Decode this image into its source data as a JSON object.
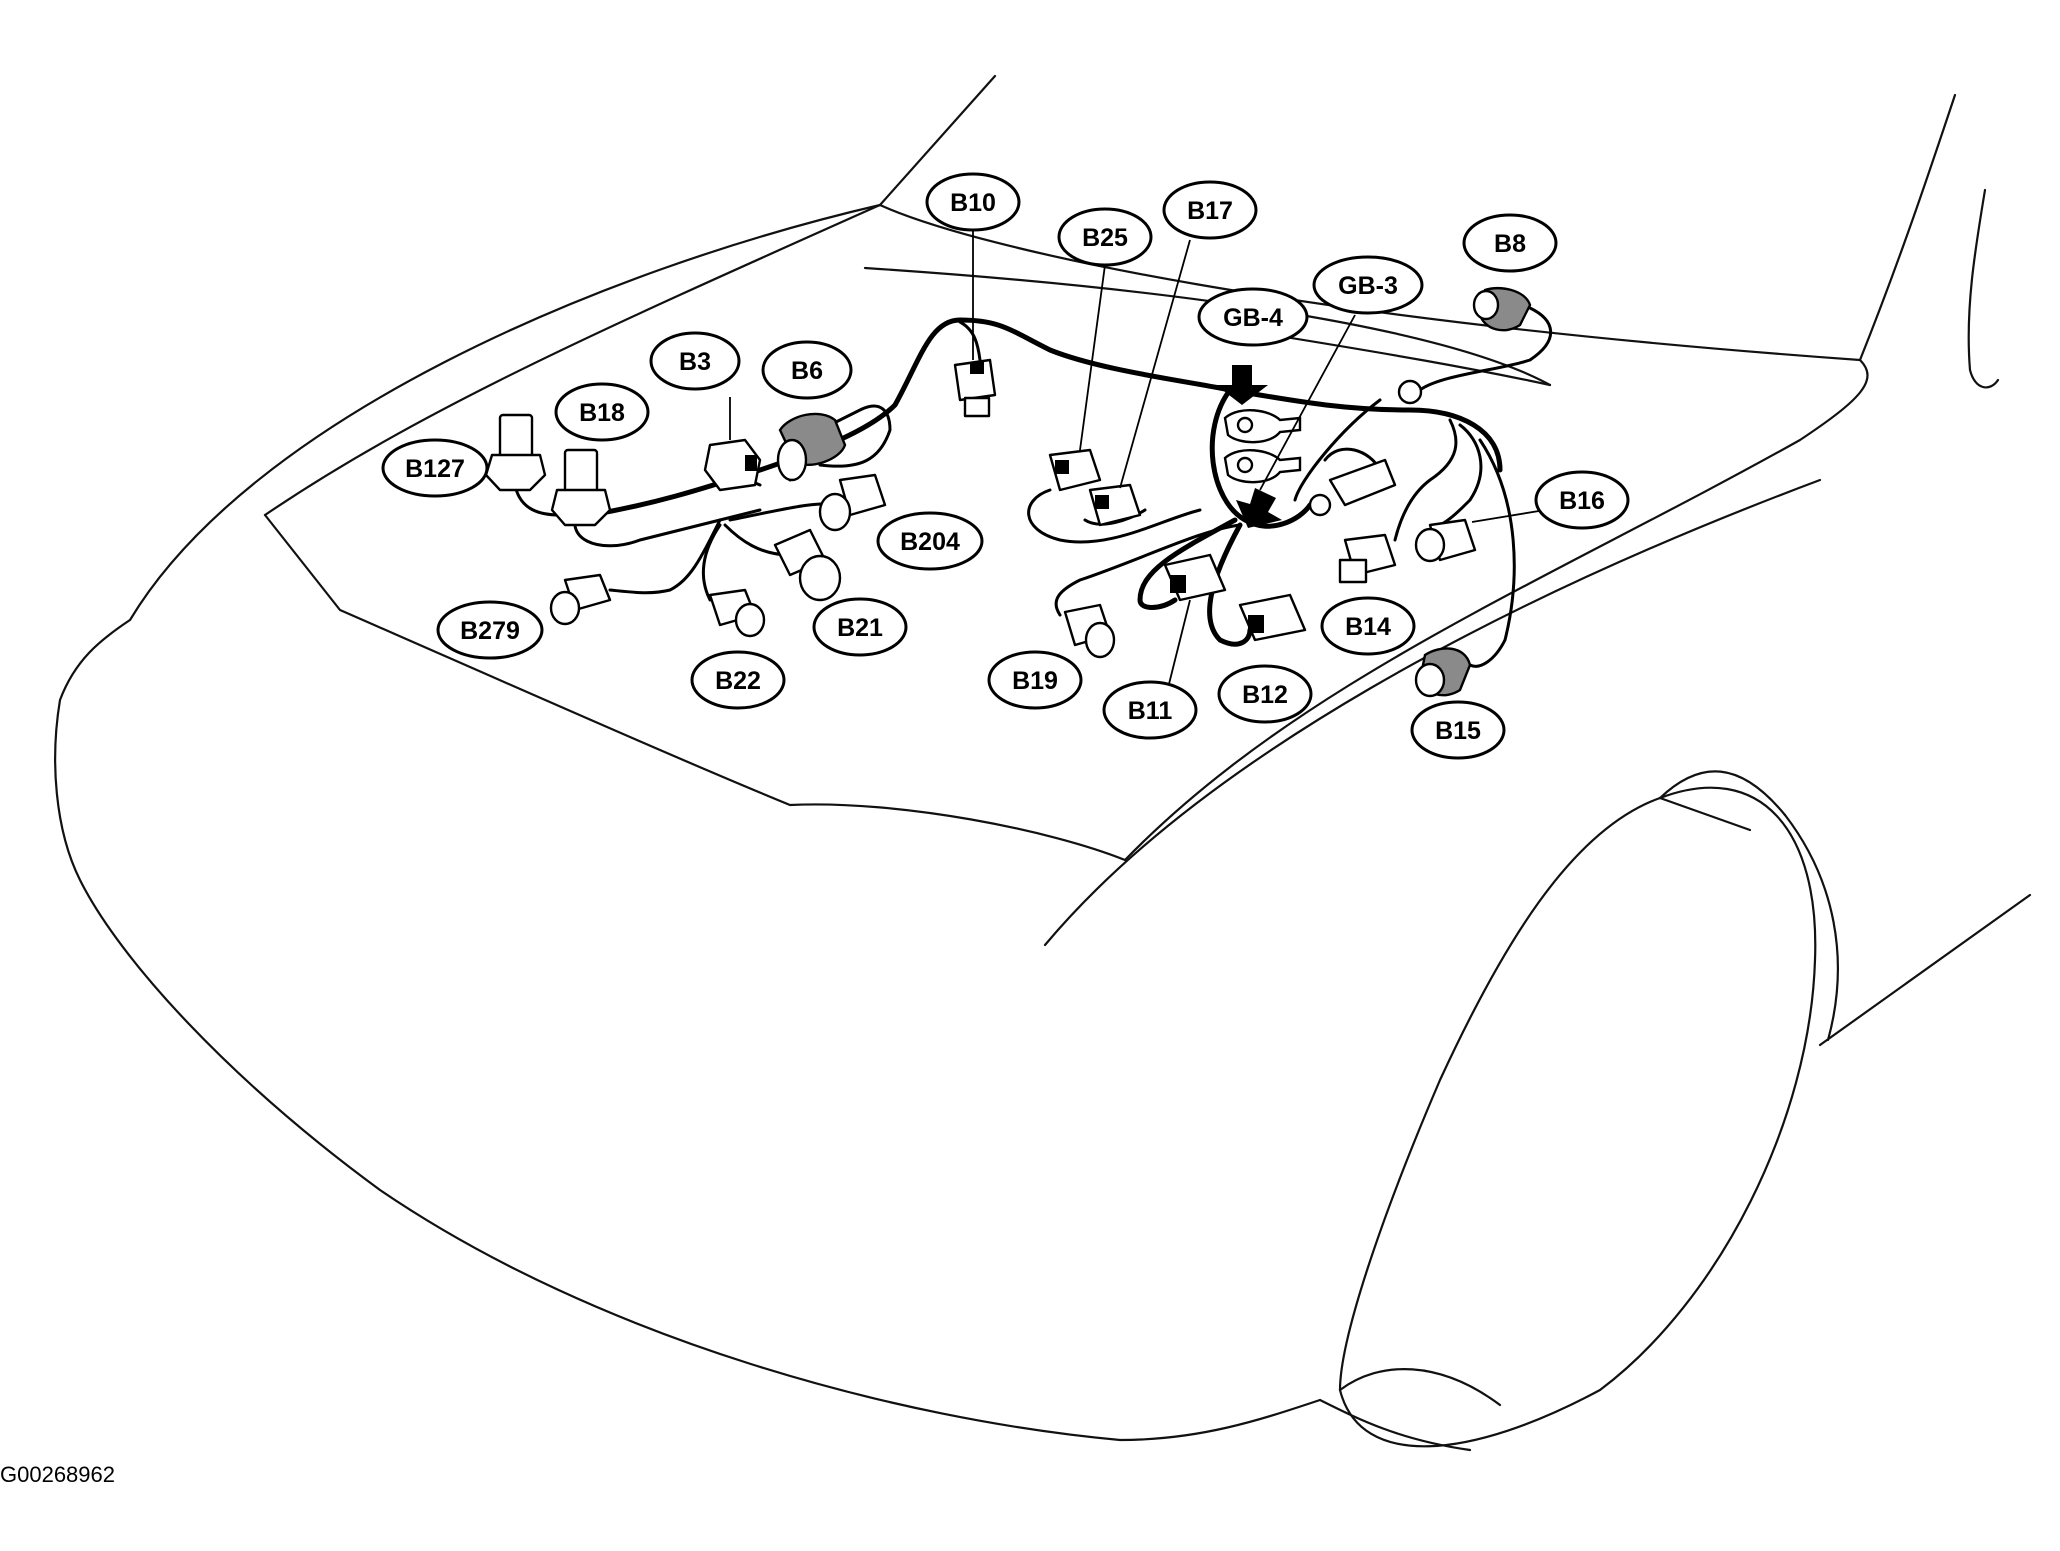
{
  "figure_id": "G00268962",
  "colors": {
    "line": "#000000",
    "background": "#ffffff",
    "connector_shaded": "#8a8a8a"
  },
  "callouts": [
    {
      "id": "b10",
      "label": "B10"
    },
    {
      "id": "b25",
      "label": "B25"
    },
    {
      "id": "b17",
      "label": "B17"
    },
    {
      "id": "b8",
      "label": "B8"
    },
    {
      "id": "gb4",
      "label": "GB-4"
    },
    {
      "id": "gb3",
      "label": "GB-3"
    },
    {
      "id": "b3",
      "label": "B3"
    },
    {
      "id": "b6",
      "label": "B6"
    },
    {
      "id": "b18",
      "label": "B18"
    },
    {
      "id": "b127",
      "label": "B127"
    },
    {
      "id": "b204",
      "label": "B204"
    },
    {
      "id": "b16",
      "label": "B16"
    },
    {
      "id": "b279",
      "label": "B279"
    },
    {
      "id": "b21",
      "label": "B21"
    },
    {
      "id": "b14",
      "label": "B14"
    },
    {
      "id": "b22",
      "label": "B22"
    },
    {
      "id": "b19",
      "label": "B19"
    },
    {
      "id": "b12",
      "label": "B12"
    },
    {
      "id": "b11",
      "label": "B11"
    },
    {
      "id": "b15",
      "label": "B15"
    }
  ]
}
